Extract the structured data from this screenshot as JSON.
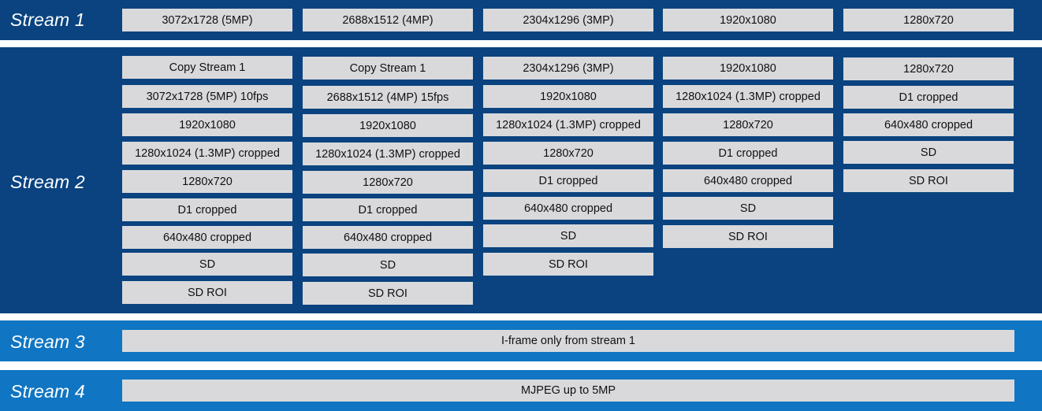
{
  "streams": [
    {
      "label": "Stream 1",
      "columns": [
        [
          "3072x1728 (5MP)"
        ],
        [
          "2688x1512 (4MP)"
        ],
        [
          "2304x1296 (3MP)"
        ],
        [
          "1920x1080"
        ],
        [
          "1280x720"
        ]
      ]
    },
    {
      "label": "Stream 2",
      "columns": [
        [
          "Copy Stream 1",
          "3072x1728 (5MP) 10fps",
          "1920x1080",
          "1280x1024 (1.3MP) cropped",
          "1280x720",
          "D1 cropped",
          "640x480 cropped",
          "SD",
          "SD ROI"
        ],
        [
          "Copy Stream 1",
          "2688x1512 (4MP) 15fps",
          "1920x1080",
          "1280x1024 (1.3MP) cropped",
          "1280x720",
          "D1 cropped",
          "640x480 cropped",
          "SD",
          "SD ROI"
        ],
        [
          "2304x1296 (3MP)",
          "1920x1080",
          "1280x1024 (1.3MP) cropped",
          "1280x720",
          "D1 cropped",
          "640x480 cropped",
          "SD",
          "SD ROI"
        ],
        [
          "1920x1080",
          "1280x1024 (1.3MP) cropped",
          "1280x720",
          "D1 cropped",
          "640x480 cropped",
          "SD",
          "SD ROI"
        ],
        [
          "1280x720",
          "D1 cropped",
          "640x480 cropped",
          "SD",
          "SD ROI"
        ]
      ]
    },
    {
      "label": "Stream 3",
      "wide": "I-frame only from stream 1"
    },
    {
      "label": "Stream 4",
      "wide": "MJPEG up to 5MP"
    }
  ],
  "colors": {
    "dark_band": "#0a437f",
    "light_band": "#1075c2",
    "cell": "#d9d9dc",
    "label_text": "#ffffff"
  }
}
